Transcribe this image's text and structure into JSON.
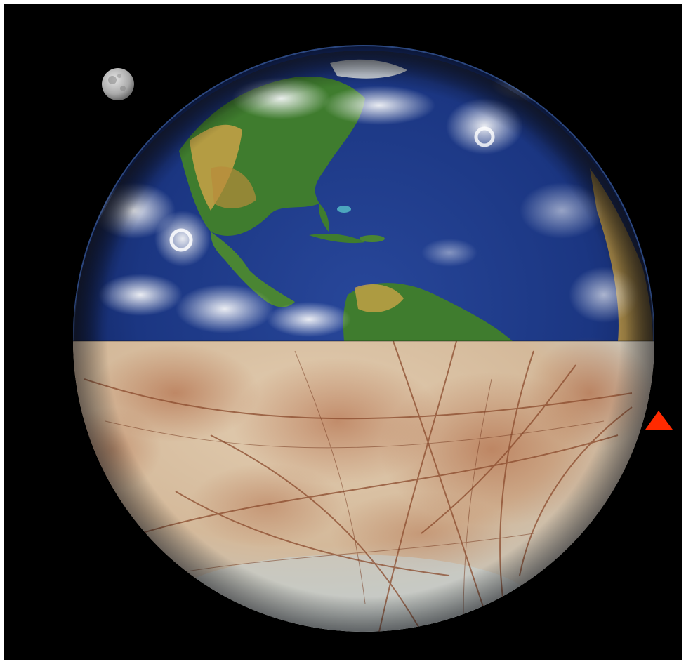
{
  "scene": {
    "upper_body": "earth",
    "lower_body": "europa",
    "inset_body": "moon",
    "marker_icon": "red-triangle-marker-icon",
    "colors": {
      "space": "#000000",
      "frame": "#ffffff",
      "ocean_deep": "#13235e",
      "ocean_mid": "#1f3a86",
      "land_green": "#3f7c2e",
      "land_tan": "#c9a246",
      "cloud": "#f2f4f6",
      "europa_base": "#d8c2a6",
      "europa_rust": "#a9603a",
      "europa_ice": "#c9d3d6",
      "moon": "#b8b8b8",
      "marker": "#ff2a00"
    }
  }
}
